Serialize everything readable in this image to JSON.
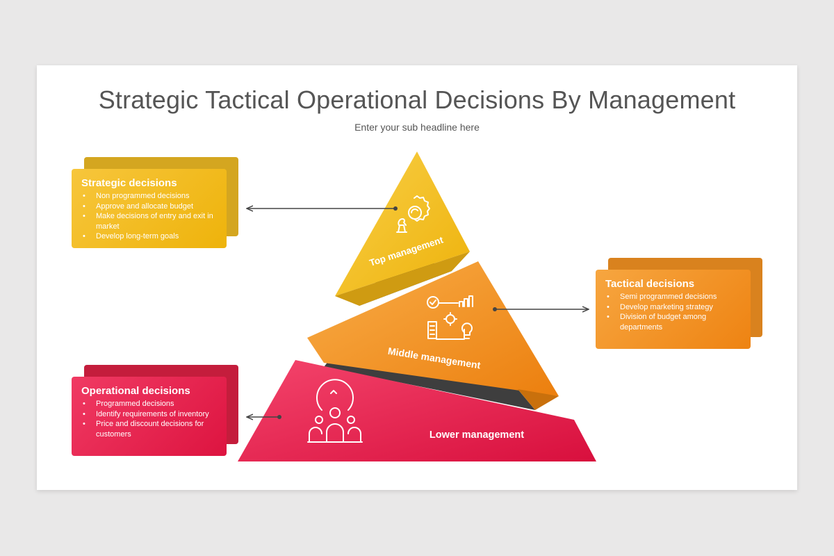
{
  "header": {
    "title": "Strategic Tactical Operational Decisions By Management",
    "subtitle": "Enter your sub headline here"
  },
  "tiers": {
    "top": {
      "label": "Top management",
      "icon": "chess-strategy-gear-icon",
      "color": "#f2bd26"
    },
    "middle": {
      "label": "Middle management",
      "icon": "workflow-planning-icon",
      "color": "#f3972c"
    },
    "lower": {
      "label": "Lower management",
      "icon": "team-gear-icon",
      "color": "#e8264f"
    }
  },
  "cards": {
    "strategic": {
      "title": "Strategic decisions",
      "items": [
        "Non programmed decisions",
        "Approve and allocate  budget",
        "Make decisions of entry and exit in market",
        "Develop long-term goals"
      ]
    },
    "tactical": {
      "title": "Tactical decisions",
      "items": [
        "Semi programmed  decisions",
        "Develop marketing strategy",
        "Division of budget among departments"
      ]
    },
    "operational": {
      "title": "Operational decisions",
      "items": [
        "Programmed  decisions",
        "Identify requirements of inventory",
        "Price and discount decisions for customers"
      ]
    }
  }
}
